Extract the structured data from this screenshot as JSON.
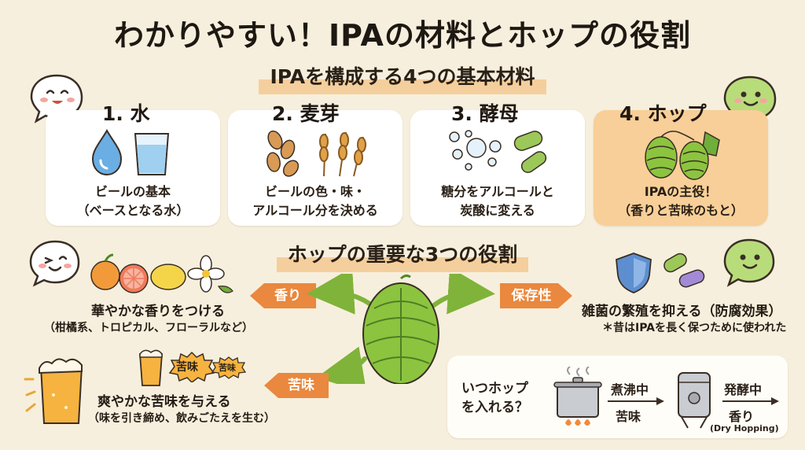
{
  "title": "わかりやすい！IPAの材料とホップの役割",
  "ingredients_heading": "IPAを構成する4つの基本材料",
  "ingredients": [
    {
      "label": "1. 水",
      "desc": [
        "ビールの基本",
        "（ベースとなる水）"
      ]
    },
    {
      "label": "2. 麦芽",
      "desc": [
        "ビールの色・味・",
        "アルコール分を決める"
      ]
    },
    {
      "label": "3. 酵母",
      "desc": [
        "糖分をアルコールと",
        "炭酸に変える"
      ]
    },
    {
      "label": "4. ホップ",
      "desc": [
        "IPAの主役！",
        "（香りと苦味のもと）"
      ]
    }
  ],
  "roles_heading": "ホップの重要な3つの役割",
  "roles": {
    "aroma": {
      "tag": "香り",
      "main": "華やかな香りをつける",
      "sub": "（柑橘系、トロピカル、フローラルなど）"
    },
    "preserve": {
      "tag": "保存性",
      "main": "雑菌の繁殖を抑える（防腐効果）",
      "sub": "＊昔はIPAを長く保つために使われた"
    },
    "bitter": {
      "tag": "苦味",
      "main": "爽やかな苦味を与える",
      "sub": "（味を引き締め、飲みごたえを生む）",
      "badges": [
        "苦味",
        "苦味"
      ]
    }
  },
  "timing": {
    "question": [
      "いつホップ",
      "を入れる？"
    ],
    "boil_label": "煮沸中",
    "boil_effect": "苦味",
    "ferment_label": "発酵中",
    "ferment_effect": "香り",
    "ferment_note": "(Dry Hopping)"
  },
  "colors": {
    "accent_orange": "#e9883e",
    "hop_green": "#8cc43f",
    "card_hop_bg": "#f8cf98",
    "background": "#f7efdd"
  }
}
